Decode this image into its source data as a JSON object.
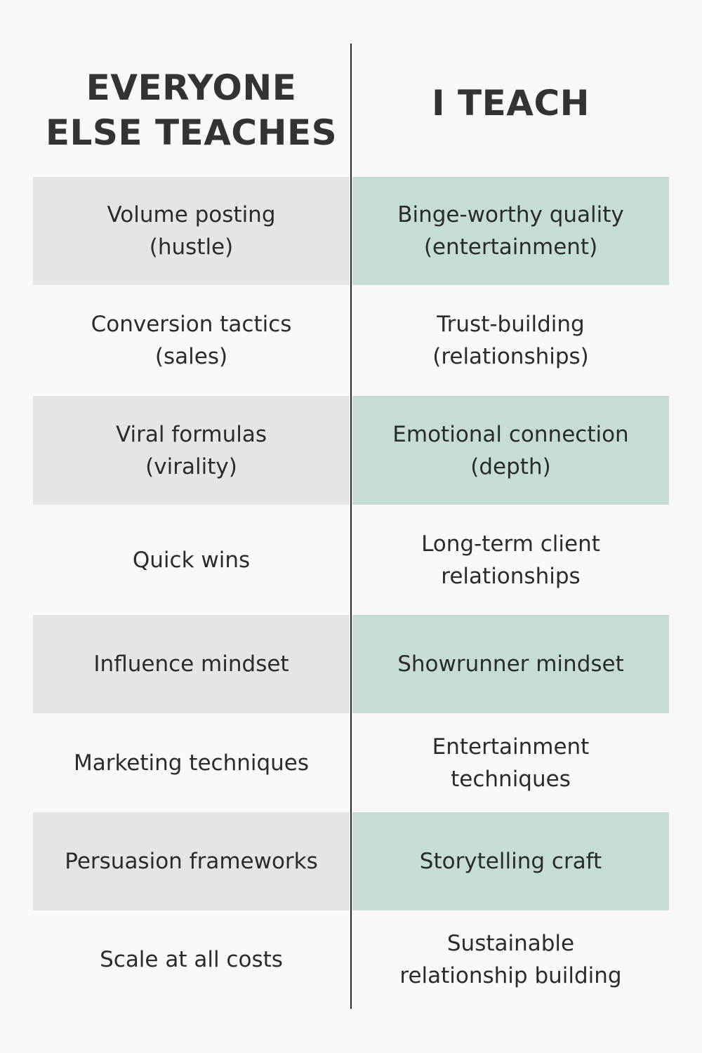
{
  "header": {
    "left": "EVERYONE\nELSE TEACHES",
    "right": "I TEACH"
  },
  "colors": {
    "background": "#faf9f6",
    "left_shade": "#e5e5e3",
    "right_shade": "#c6ddd3",
    "divider": "#2a2a2a"
  },
  "rows": [
    {
      "left": "Volume posting\n(hustle)",
      "right": "Binge-worthy quality\n(entertainment)"
    },
    {
      "left": "Conversion tactics\n(sales)",
      "right": "Trust-building\n(relationships)"
    },
    {
      "left": "Viral formulas\n(virality)",
      "right": "Emotional connection\n(depth)"
    },
    {
      "left": "Quick wins",
      "right": "Long-term client\nrelationships"
    },
    {
      "left": "Influence mindset",
      "right": "Showrunner mindset"
    },
    {
      "left": "Marketing techniques",
      "right": "Entertainment\ntechniques"
    },
    {
      "left": "Persuasion frameworks",
      "right": "Storytelling craft"
    },
    {
      "left": "Scale at all costs",
      "right": "Sustainable\nrelationship building"
    }
  ]
}
